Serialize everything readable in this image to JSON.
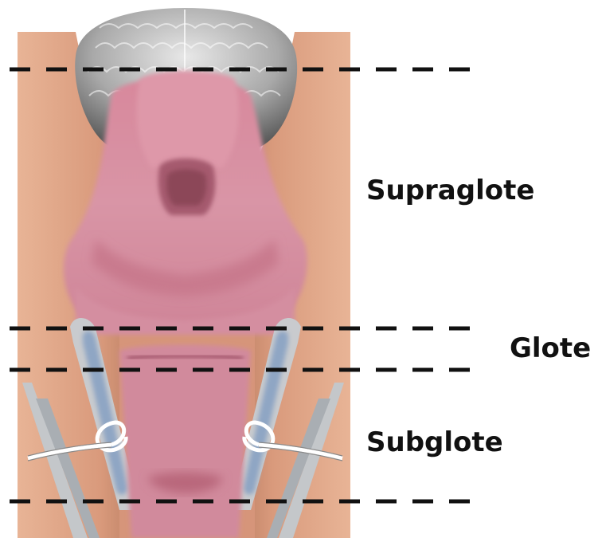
{
  "regions": {
    "supraglote": "Supraglote",
    "glote": "Glote",
    "subglote": "Subglote"
  },
  "colors": {
    "tissue_outer": "#e3a88a",
    "tissue_shadow": "#c98b6d",
    "mucosa": "#d98ea0",
    "mucosa_light": "#e9aab8",
    "mucosa_dark": "#a85a6e",
    "cartilage_gray": "#bfc3c6",
    "cartilage_blue": "#8fa6c4",
    "brain_gray": "#9a9a9a",
    "dash": "#111111"
  },
  "icons": {
    "tongue_base": "gray-lobulated-tissue",
    "sutures": "white-wire-loops"
  }
}
